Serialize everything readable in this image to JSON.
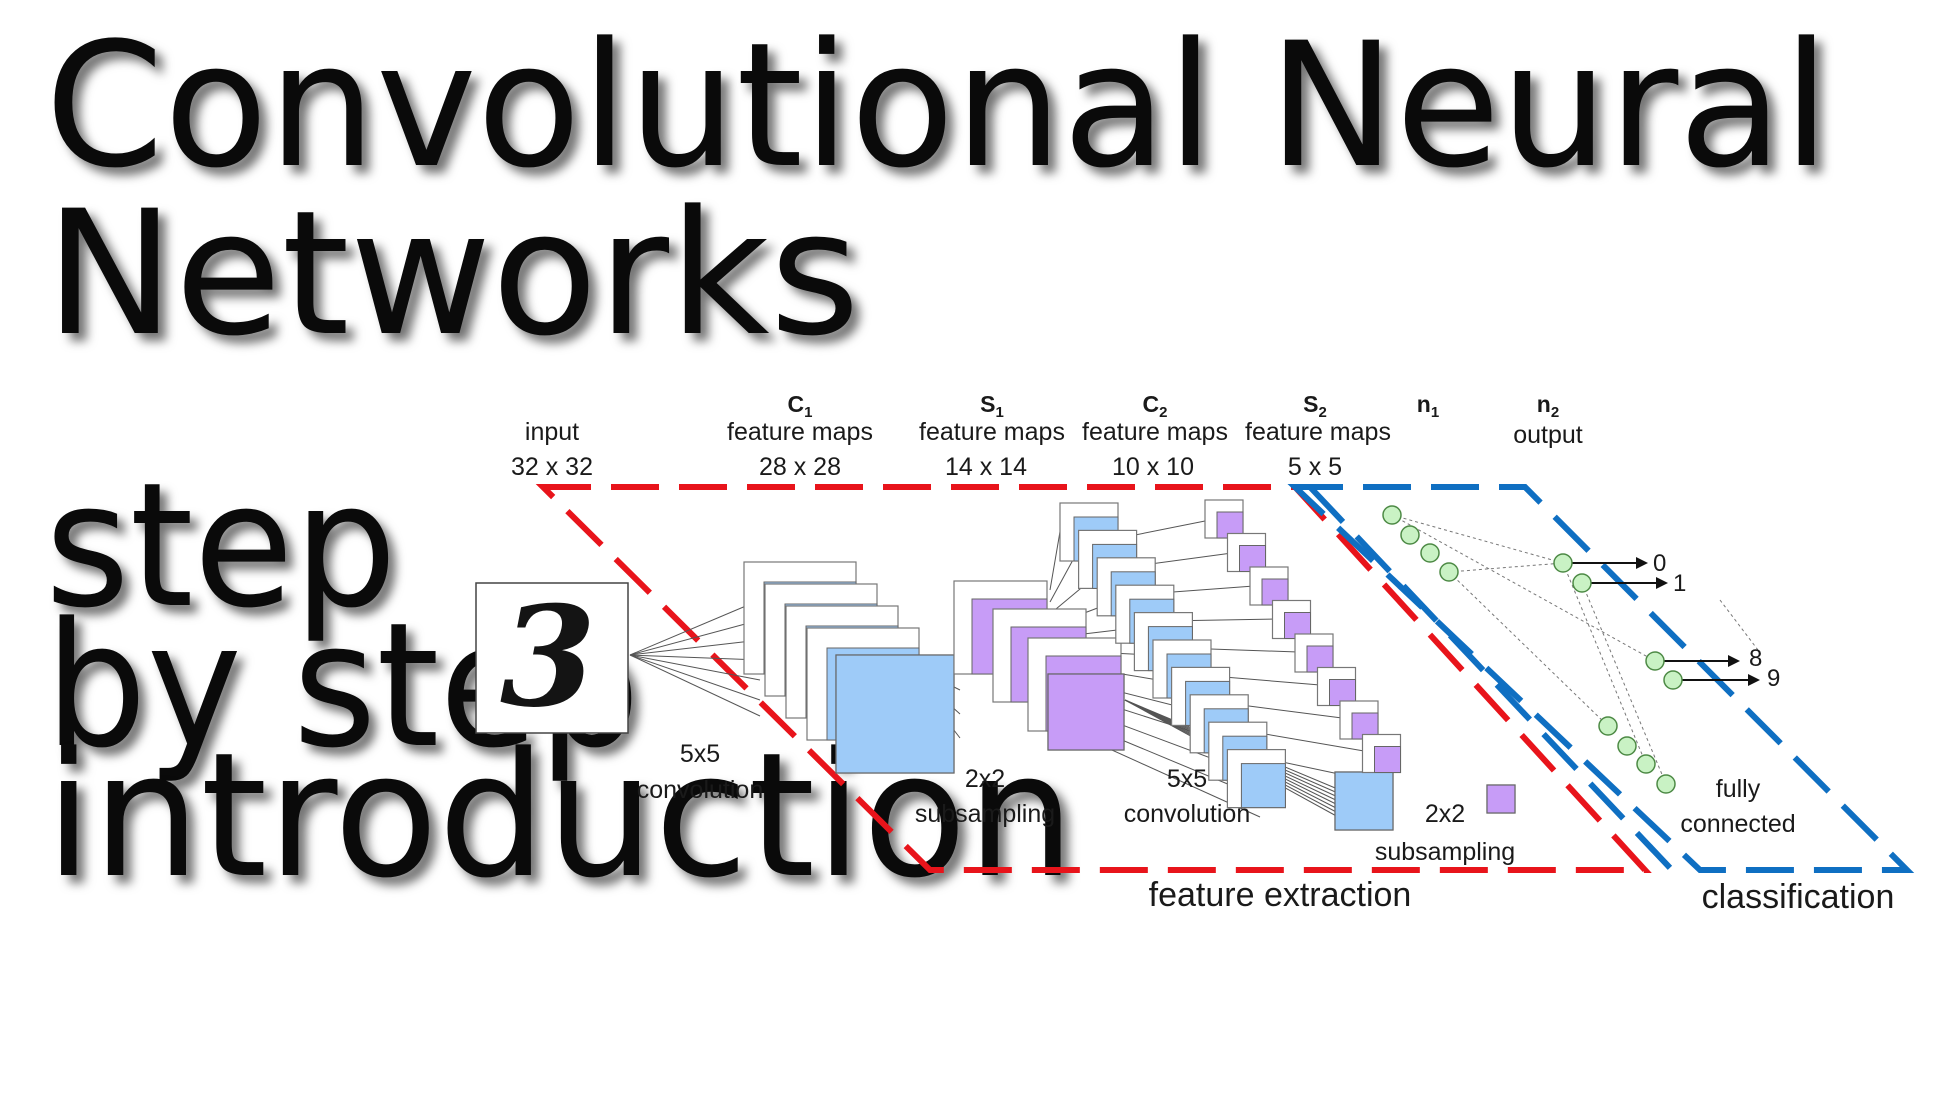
{
  "title": {
    "line1": "Convolutional Neural",
    "line2": "Networks",
    "sub1": "step",
    "sub2": "by step",
    "sub3": "introduction"
  },
  "diagram": {
    "input": {
      "name": "input",
      "size": "32 x 32",
      "digit": "3"
    },
    "c1": {
      "name": "C",
      "sub": "1",
      "label": "feature maps",
      "size": "28 x 28"
    },
    "s1": {
      "name": "S",
      "sub": "1",
      "label": "feature maps",
      "size": "14 x 14"
    },
    "c2": {
      "name": "C",
      "sub": "2",
      "label": "feature maps",
      "size": "10 x 10"
    },
    "s2": {
      "name": "S",
      "sub": "2",
      "label": "feature maps",
      "size": "5 x 5"
    },
    "n1": {
      "name": "n",
      "sub": "1"
    },
    "n2": {
      "name": "n",
      "sub": "2",
      "label": "output"
    },
    "ops": {
      "conv1a": "5x5",
      "conv1b": "convolution",
      "sub1a": "2x2",
      "sub1b": "subsampling",
      "conv2a": "5x5",
      "conv2b": "convolution",
      "sub2a": "2x2",
      "sub2b": "subsampling",
      "fca": "fully",
      "fcb": "connected"
    },
    "outputs": [
      "0",
      "1",
      "8",
      "9"
    ],
    "sections": {
      "features": "feature extraction",
      "classification": "classification"
    },
    "colors": {
      "blue": "#9ecbf8",
      "purple": "#c79cf7",
      "green": "#c9f2c4",
      "red": "#e8141b",
      "dashblue": "#0f6fc2",
      "edge": "#555555"
    }
  }
}
